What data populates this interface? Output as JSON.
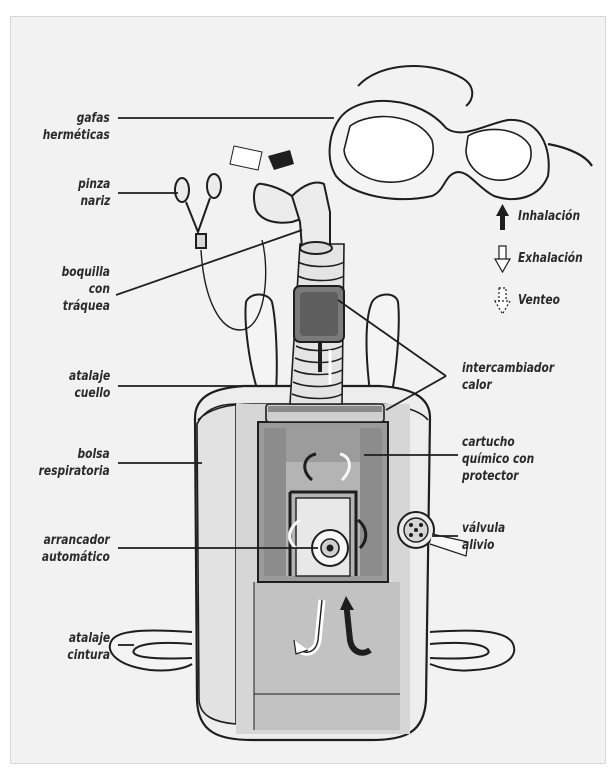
{
  "labels": {
    "gafas": "gafas\nherméticas",
    "pinza": "pinza\nnariz",
    "boquilla": "boquilla\ncon\ntráquea",
    "atalaje_cuello": "atalaje\ncuello",
    "bolsa": "bolsa\nrespiratoria",
    "arrancador": "arrancador\nautomático",
    "atalaje_cintura": "atalaje\ncintura",
    "intercambiador": "intercambiador\ncalor",
    "cartucho": "cartucho\nquímico con\nprotector",
    "valvula": "válvula\nalivio"
  },
  "legend": {
    "inhalacion": "Inhalación",
    "exhalacion": "Exhalación",
    "venteo": "Venteo"
  },
  "colors": {
    "background": "#f2f2f2",
    "line": "#1e1e1e",
    "shade": "#bdbdbd",
    "dark": "#6f6f6f"
  }
}
